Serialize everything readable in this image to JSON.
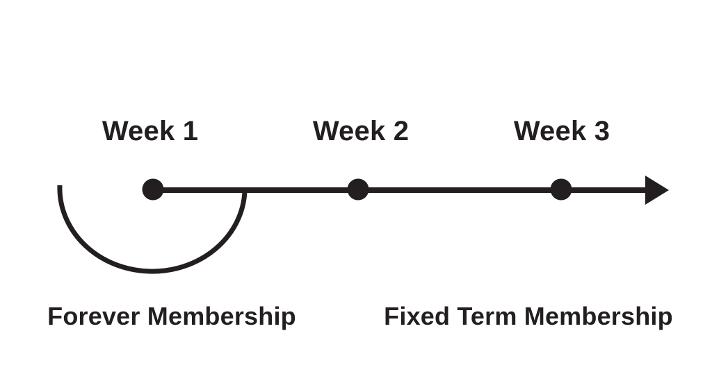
{
  "diagram": {
    "timeline": {
      "weeks": [
        {
          "label": "Week 1"
        },
        {
          "label": "Week 2"
        },
        {
          "label": "Week 3"
        }
      ],
      "axis": "horizontal",
      "arrow_direction": "right",
      "dot_count": 3
    },
    "memberships": [
      {
        "label": "Forever Membership",
        "marker": "loop-arc-under-week-1"
      },
      {
        "label": "Fixed Term Membership",
        "marker": "weeks-2-to-3-span"
      }
    ]
  },
  "colors": {
    "ink": "#231f20",
    "background": "#ffffff"
  }
}
